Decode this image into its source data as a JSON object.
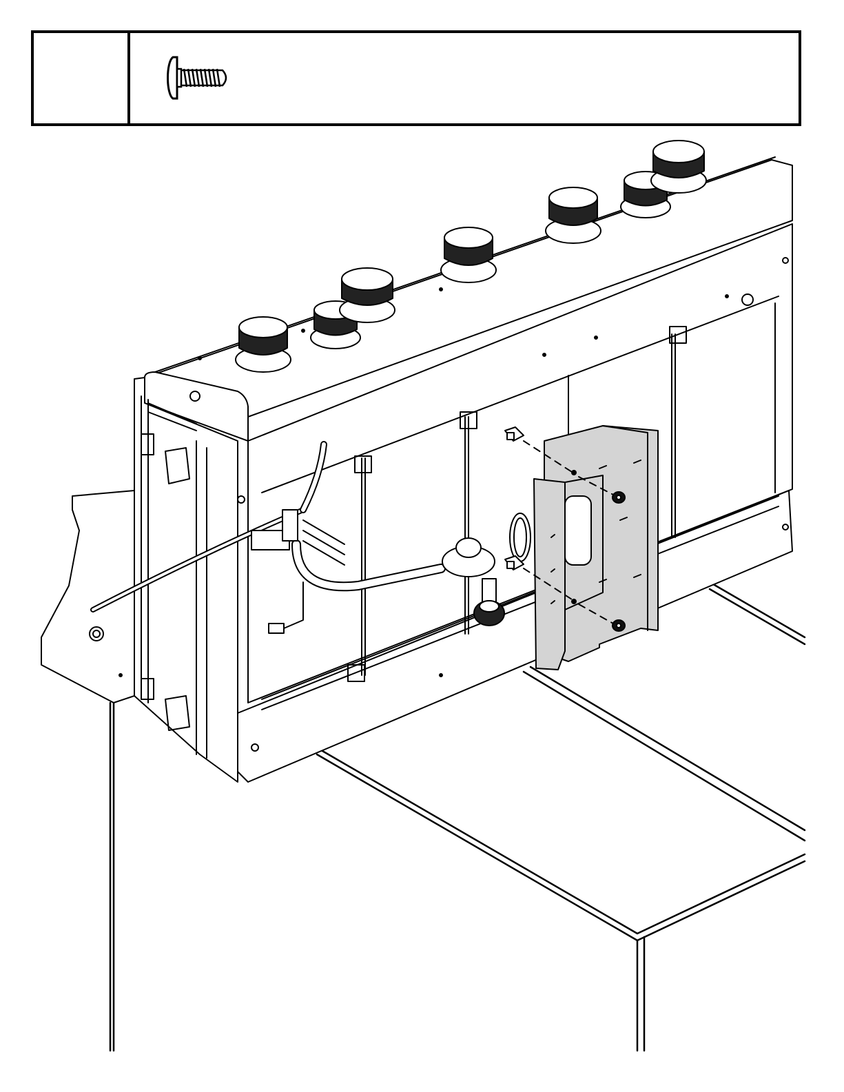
{
  "hardware_panel": {
    "step_number": "",
    "items": [
      {
        "icon": "screw-icon",
        "quantity": ""
      }
    ]
  },
  "colors": {
    "line": "#000000",
    "highlight_bracket": "#d4d4d4",
    "background": "#ffffff"
  },
  "parts": {
    "knob_count": 7,
    "screw_count": 2,
    "clip_count": 2
  }
}
